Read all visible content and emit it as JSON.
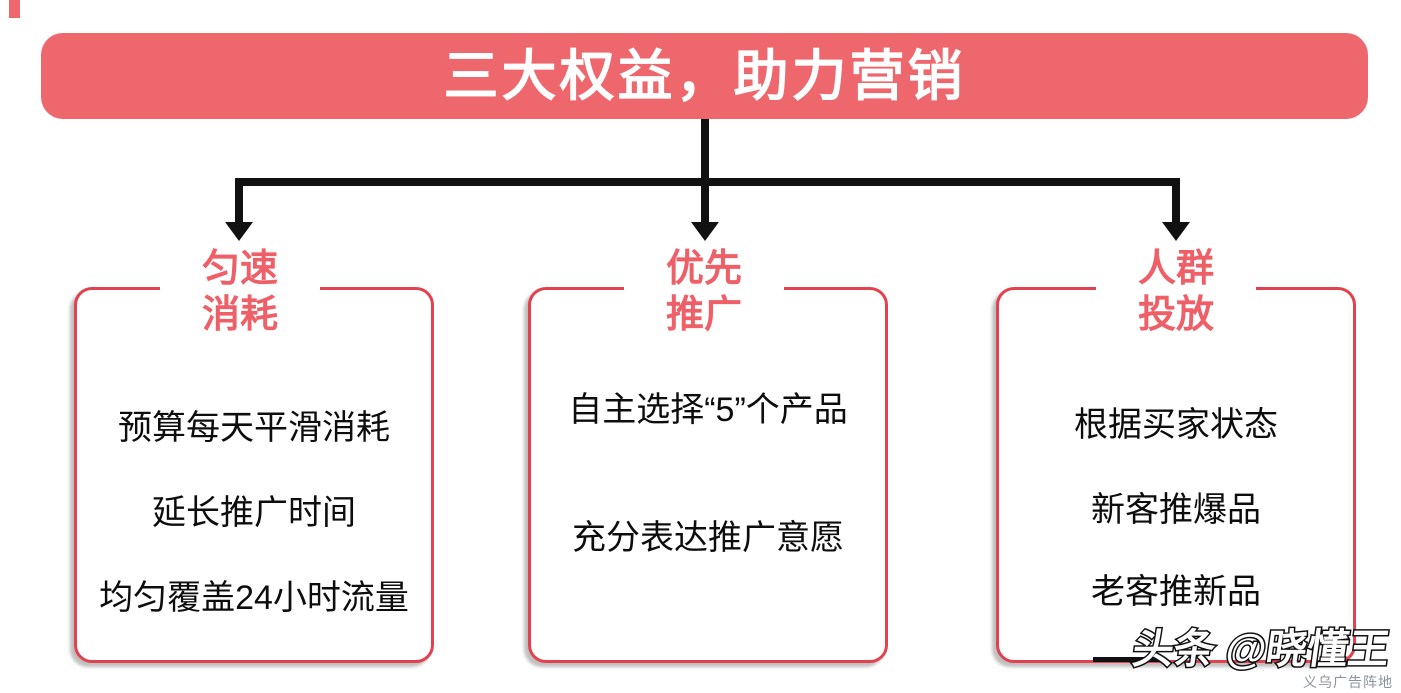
{
  "title": "三大权益，助力营销",
  "cards": [
    {
      "header": "匀速\n消耗",
      "lines": [
        "预算每天平滑消耗",
        "延长推广时间",
        "均匀覆盖24小时流量"
      ]
    },
    {
      "header": "优先\n推广",
      "lines": [
        "自主选择“5”个产品",
        "充分表达推广意愿"
      ]
    },
    {
      "header": "人群\n投放",
      "lines": [
        "根据买家状态",
        "新客推爆品",
        "老客推新品"
      ]
    }
  ],
  "watermark": {
    "handle": "头条 @晓懂王",
    "caption": "义乌广告阵地"
  },
  "colors": {
    "banner": "#ee676d",
    "card_border": "#e2424d",
    "header_text": "#ee5f67",
    "connector": "#111111"
  }
}
